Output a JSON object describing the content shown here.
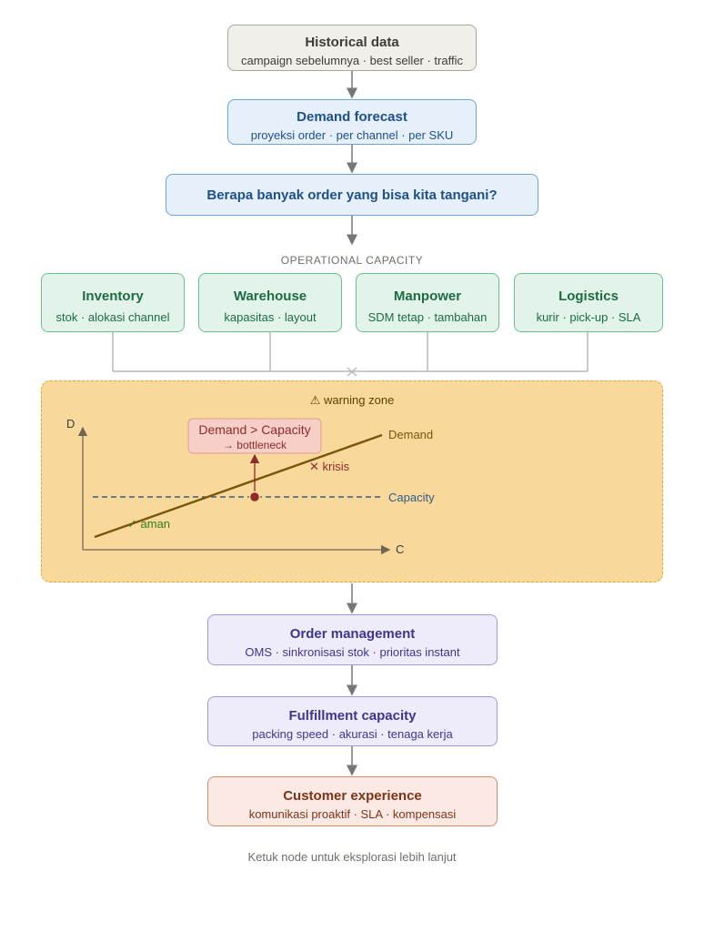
{
  "nodes": {
    "historical": {
      "title": "Historical data",
      "sub": "campaign sebelumnya · best seller · traffic"
    },
    "forecast": {
      "title": "Demand forecast",
      "sub": "proyeksi order · per channel · per SKU"
    },
    "question": {
      "title": "Berapa banyak order yang bisa kita tangani?"
    },
    "inventory": {
      "title": "Inventory",
      "sub": "stok · alokasi channel"
    },
    "warehouse": {
      "title": "Warehouse",
      "sub": "kapasitas · layout"
    },
    "manpower": {
      "title": "Manpower",
      "sub": "SDM tetap · tambahan"
    },
    "logistics": {
      "title": "Logistics",
      "sub": "kurir · pick-up · SLA"
    },
    "order_mgmt": {
      "title": "Order management",
      "sub": "OMS · sinkronisasi stok · prioritas instant"
    },
    "fulfillment": {
      "title": "Fulfillment capacity",
      "sub": "packing speed · akurasi · tenaga kerja"
    },
    "cx": {
      "title": "Customer experience",
      "sub": "komunikasi proaktif · SLA · kompensasi"
    }
  },
  "section_label": "OPERATIONAL CAPACITY",
  "zone": {
    "label": "⚠ warning zone",
    "y_axis": "D",
    "x_axis": "C",
    "demand_label": "Demand",
    "capacity_label": "Capacity",
    "safe_label": "✓ aman",
    "crisis_label": "✕ krisis",
    "bottleneck_title": "Demand > Capacity",
    "bottleneck_sub": "→ bottleneck"
  },
  "footer": "Ketuk node untuk eksplorasi lebih lanjut",
  "colors": {
    "demand_line": "#7a5408",
    "capacity_line": "#3a5d86",
    "bottleneck": "#8e2a2a",
    "safe": "#2e7d1f"
  }
}
